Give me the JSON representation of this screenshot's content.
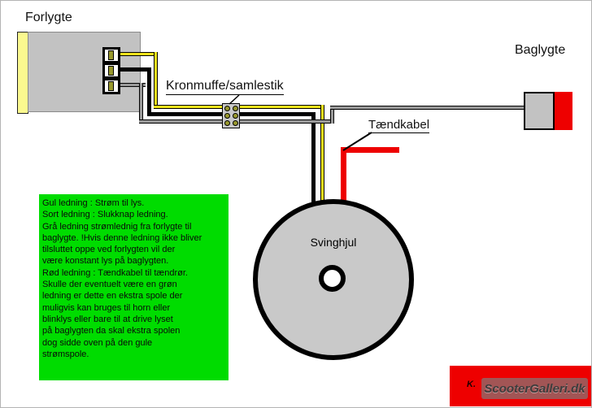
{
  "diagram": {
    "labels": {
      "forlygte": "Forlygte",
      "baglygte": "Baglygte",
      "kronmuffe": "Kronmuffe/samlestik",
      "taendkabel": "Tændkabel",
      "svinghjul": "Svinghjul"
    },
    "note": {
      "bg_color": "#00dc00",
      "text": "Gul ledning : Strøm til lys.\nSort ledning : Slukknap ledning.\nGrå ledning strømlednig fra forlygte til\nbaglygte. !Hvis denne ledning ikke bliver\ntilsluttet oppe ved forlygten vil der\nvære konstant lys på baglygten.\nRød ledning : Tændkabel til tændrør.\nSkulle der eventuelt være en grøn\nledning er dette en ekstra spole der\nmuligvis kan bruges til horn eller\nblinklys eller bare til at drive lyset\npå baglygten da skal ekstra spolen\ndog sidde oven på den gule\nstrømspole."
    },
    "watermark": {
      "prefix": "K.",
      "text": "ScooterGalleri.dk",
      "bg_color": "#ee0000"
    },
    "colors": {
      "wire_yellow": "#f2e41c",
      "wire_black": "#000000",
      "wire_gray": "#9b9b9b",
      "wire_red": "#ee0000",
      "component_gray": "#c2c2c2",
      "headlight_lens_yellow": "#fbf98f",
      "pin_olive": "#99992e"
    }
  }
}
